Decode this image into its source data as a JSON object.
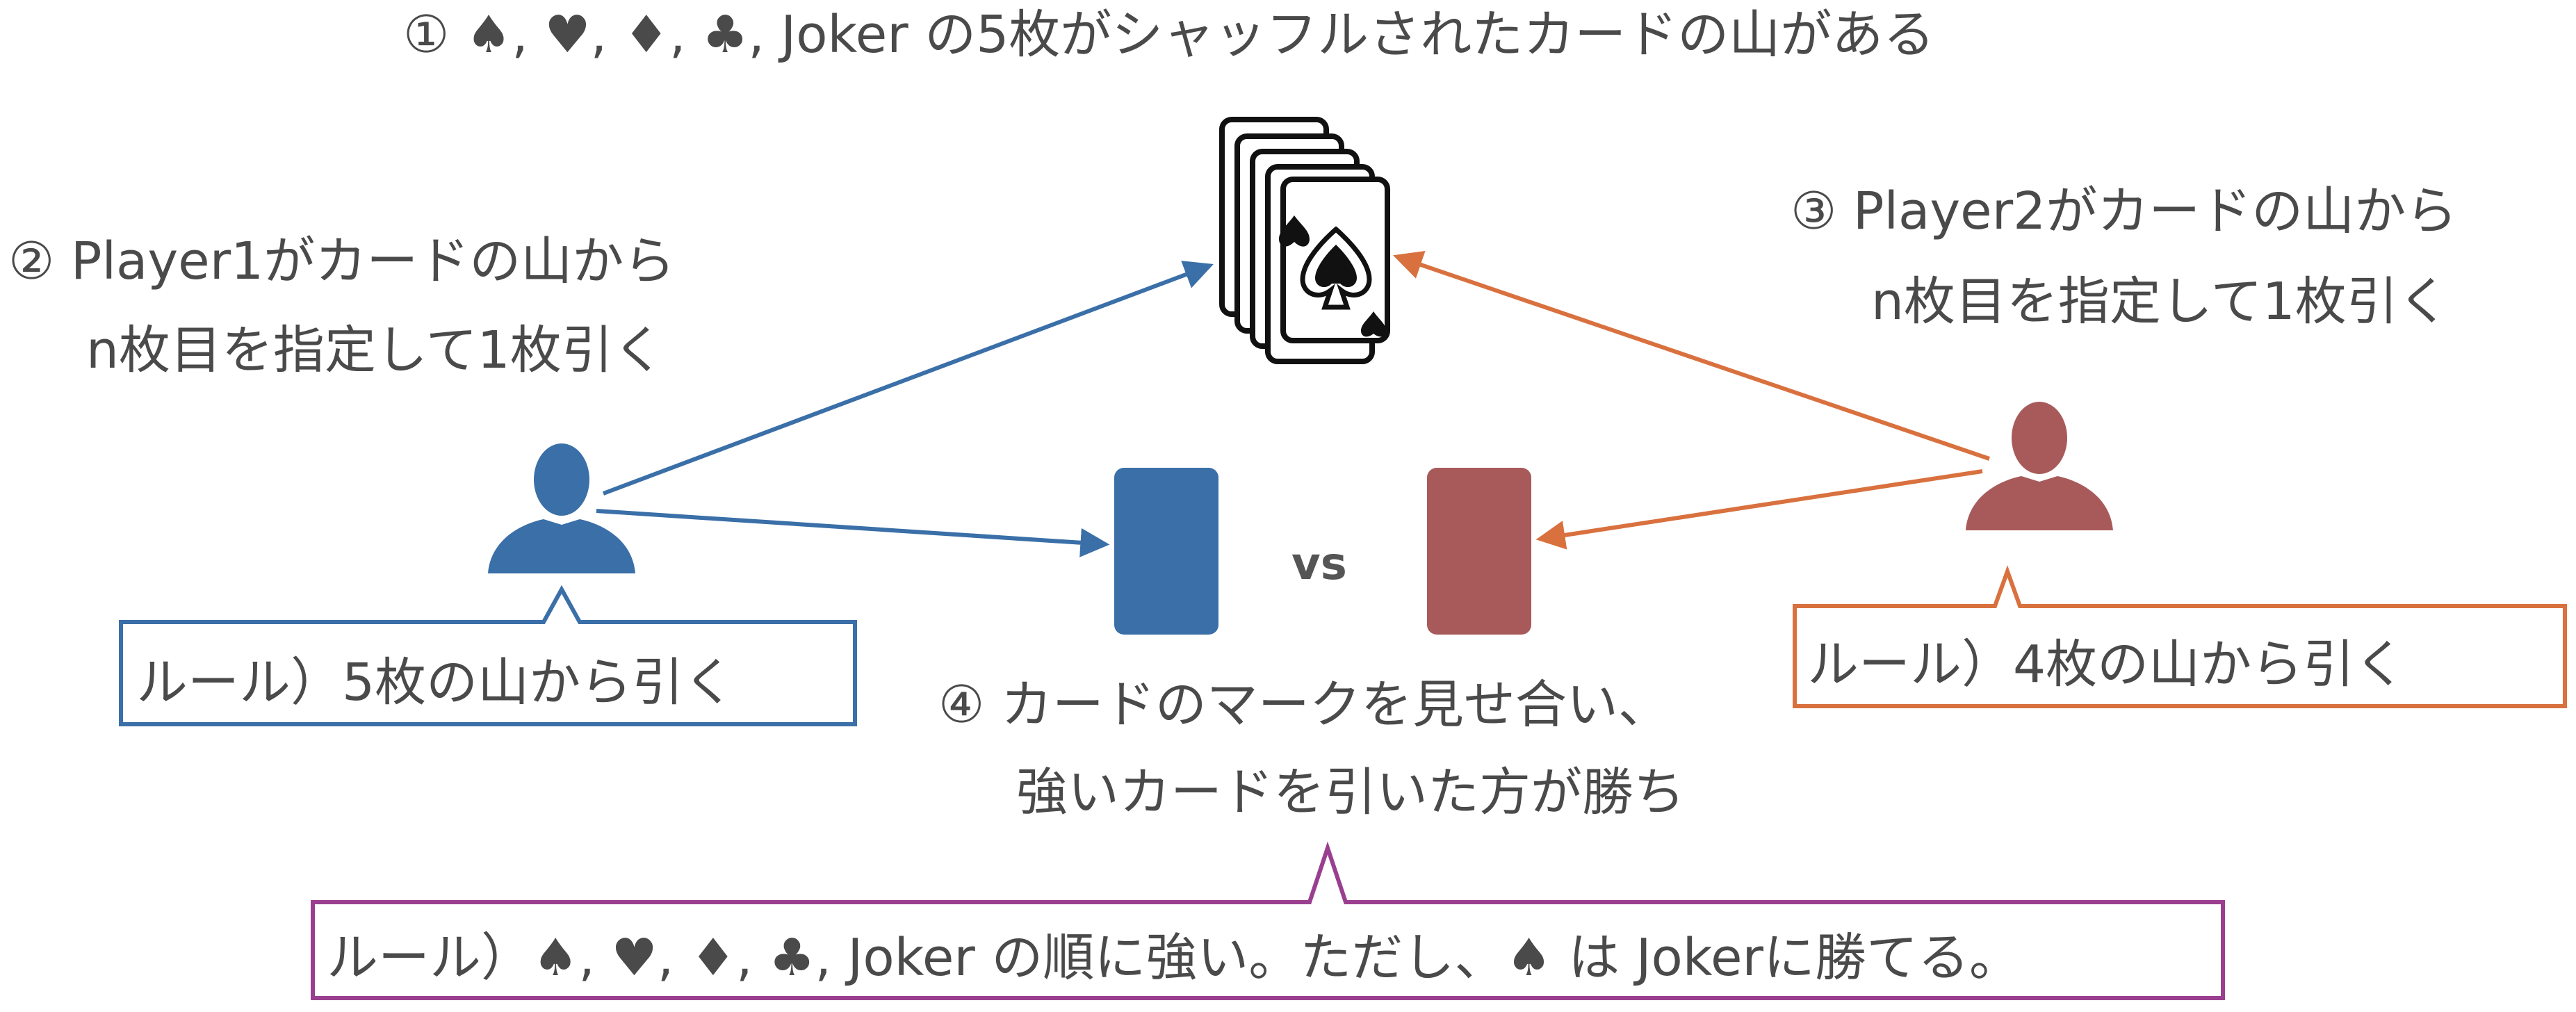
{
  "step1": "① ♠, ♥, ♦, ♣, Joker の5枚がシャッフルされたカードの山がある",
  "step2": {
    "line1": "② Player1がカードの山から",
    "line2": "n枚目を指定して1枚引く"
  },
  "step3": {
    "line1": "③ Player2がカードの山から",
    "line2": "n枚目を指定して1枚引く"
  },
  "step4": {
    "line1": "④ カードのマークを見せ合い、",
    "line2": "強いカードを引いた方が勝ち"
  },
  "rule_player1": "ルール）5枚の山から引く",
  "rule_player2": "ルール）4枚の山から引く",
  "rule_global": "ルール）♠, ♥, ♦, ♣, Joker の順に強い。ただし、♠ は Jokerに勝てる。",
  "vs_label": "vs",
  "colors": {
    "player1": "#3a6fa8",
    "player2": "#a85a5a",
    "arrow2": "#d9713f",
    "callout_global": "#9a3f8f",
    "text": "#4a4a4a"
  },
  "icons": [
    "playing-card-deck-icon",
    "player1-avatar-icon",
    "player2-avatar-icon"
  ]
}
